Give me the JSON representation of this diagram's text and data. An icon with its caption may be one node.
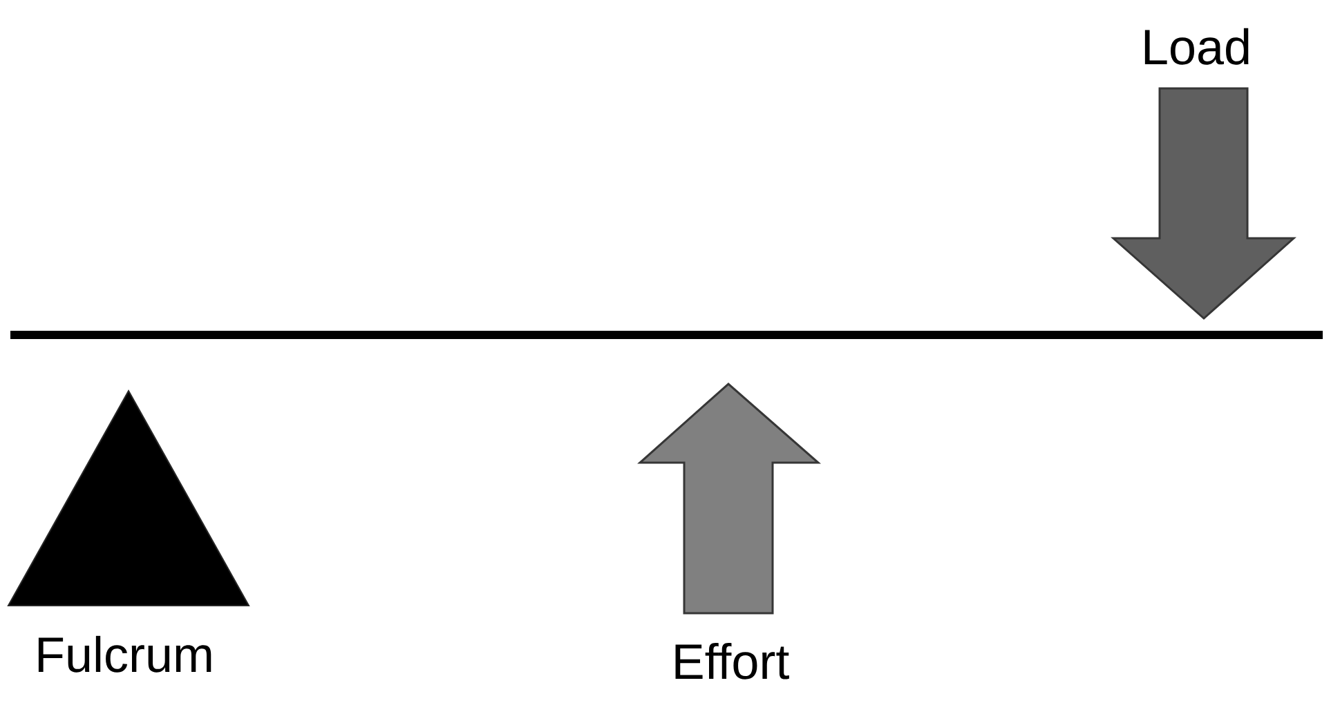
{
  "diagram": {
    "nodes": [
      {
        "text": [
          "Fulcrum"
        ]
      }
    ],
    "labels": [
      "Load",
      "Effort"
    ]
  }
}
